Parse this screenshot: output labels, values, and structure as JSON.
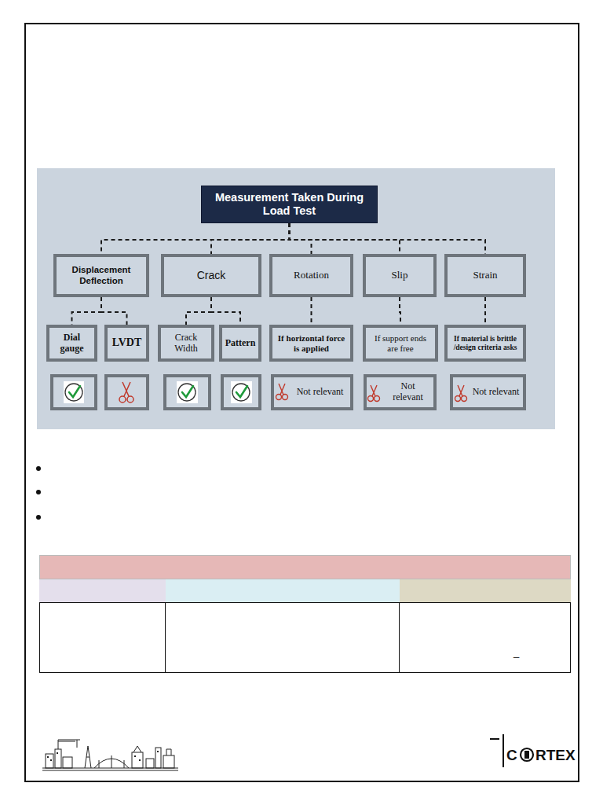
{
  "diagram": {
    "title": "Measurement Taken During Load Test",
    "nodes": [
      {
        "text": [
          "Measurement Taken During Load Test"
        ]
      },
      {
        "text": [
          "Displacement Deflection"
        ]
      },
      {
        "text": [
          "Crack"
        ]
      },
      {
        "text": [
          "Rotation"
        ]
      },
      {
        "text": [
          "Slip"
        ]
      },
      {
        "text": [
          "Strain"
        ]
      },
      {
        "text": [
          "Dial gauge"
        ]
      },
      {
        "text": [
          "LVDT"
        ]
      },
      {
        "text": [
          "Crack Width"
        ]
      },
      {
        "text": [
          "Pattern"
        ]
      },
      {
        "text": [
          "If horizontal force is applied"
        ]
      },
      {
        "text": [
          "If support ends are free"
        ]
      },
      {
        "text": [
          "If material is brittle /design criteria asks"
        ]
      },
      {
        "text": [
          "Not relevant"
        ]
      },
      {
        "text": [
          "Not relevant"
        ]
      },
      {
        "text": [
          "Not relevant"
        ]
      }
    ],
    "edges": [
      {
        "from": 0,
        "to": 1,
        "arrow": "none"
      },
      {
        "from": 0,
        "to": 2,
        "arrow": "none"
      },
      {
        "from": 0,
        "to": 3,
        "arrow": "none"
      },
      {
        "from": 0,
        "to": 4,
        "arrow": "none"
      },
      {
        "from": 0,
        "to": 5,
        "arrow": "none"
      },
      {
        "from": 1,
        "to": 6,
        "arrow": "none"
      },
      {
        "from": 1,
        "to": 7,
        "arrow": "none"
      },
      {
        "from": 2,
        "to": 8,
        "arrow": "none"
      },
      {
        "from": 2,
        "to": 9,
        "arrow": "none"
      },
      {
        "from": 3,
        "to": 10,
        "arrow": "none"
      },
      {
        "from": 4,
        "to": 11,
        "arrow": "none"
      },
      {
        "from": 5,
        "to": 12,
        "arrow": "none"
      }
    ],
    "labels": [
      "_",
      "C",
      "RTEX"
    ]
  }
}
